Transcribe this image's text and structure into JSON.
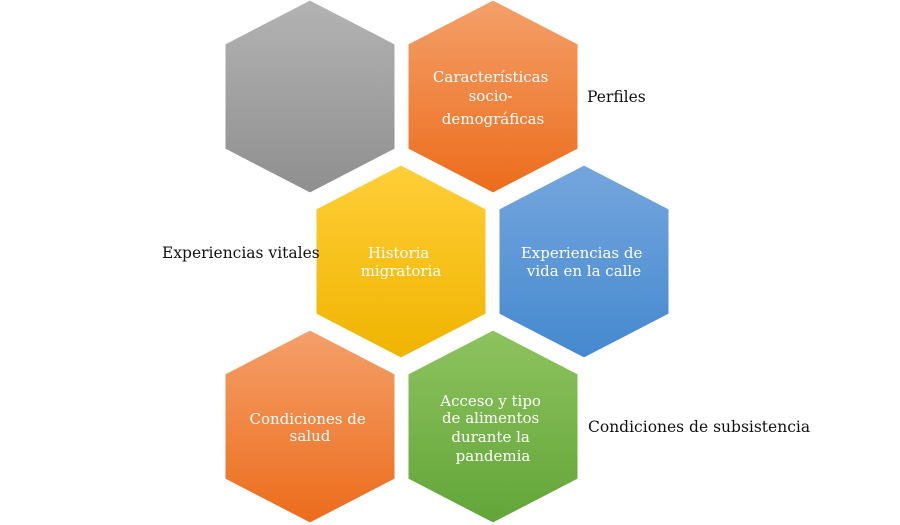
{
  "diagram": {
    "hexagons": [
      {
        "id": "blank",
        "lines": [],
        "gradient": [
          "#b3b3b3",
          "#8f8f8f"
        ]
      },
      {
        "id": "caracteristicas",
        "lines": [
          "Características",
          "socio-",
          "demográficas"
        ],
        "gradient": [
          "#f4a06a",
          "#ec6c1b"
        ]
      },
      {
        "id": "historia",
        "lines": [
          "Historia",
          "migratoria"
        ],
        "gradient": [
          "#ffcf38",
          "#f0b400"
        ]
      },
      {
        "id": "experiencias-calle",
        "lines": [
          "Experiencias de",
          "vida en la calle"
        ],
        "gradient": [
          "#75a6dd",
          "#4489cf"
        ]
      },
      {
        "id": "condiciones-salud",
        "lines": [
          "Condiciones de",
          "salud"
        ],
        "gradient": [
          "#f4a06a",
          "#ec6c1b"
        ]
      },
      {
        "id": "acceso-alimentos",
        "lines": [
          "Acceso y tipo",
          "de alimentos",
          "durante la",
          "pandemia"
        ],
        "gradient": [
          "#8ec35f",
          "#62a538"
        ]
      }
    ],
    "side_labels": {
      "perfiles": "Perfiles",
      "experiencias_vitales": "Experiencias vitales",
      "condiciones_subsistencia": "Condiciones de subsistencia"
    }
  }
}
